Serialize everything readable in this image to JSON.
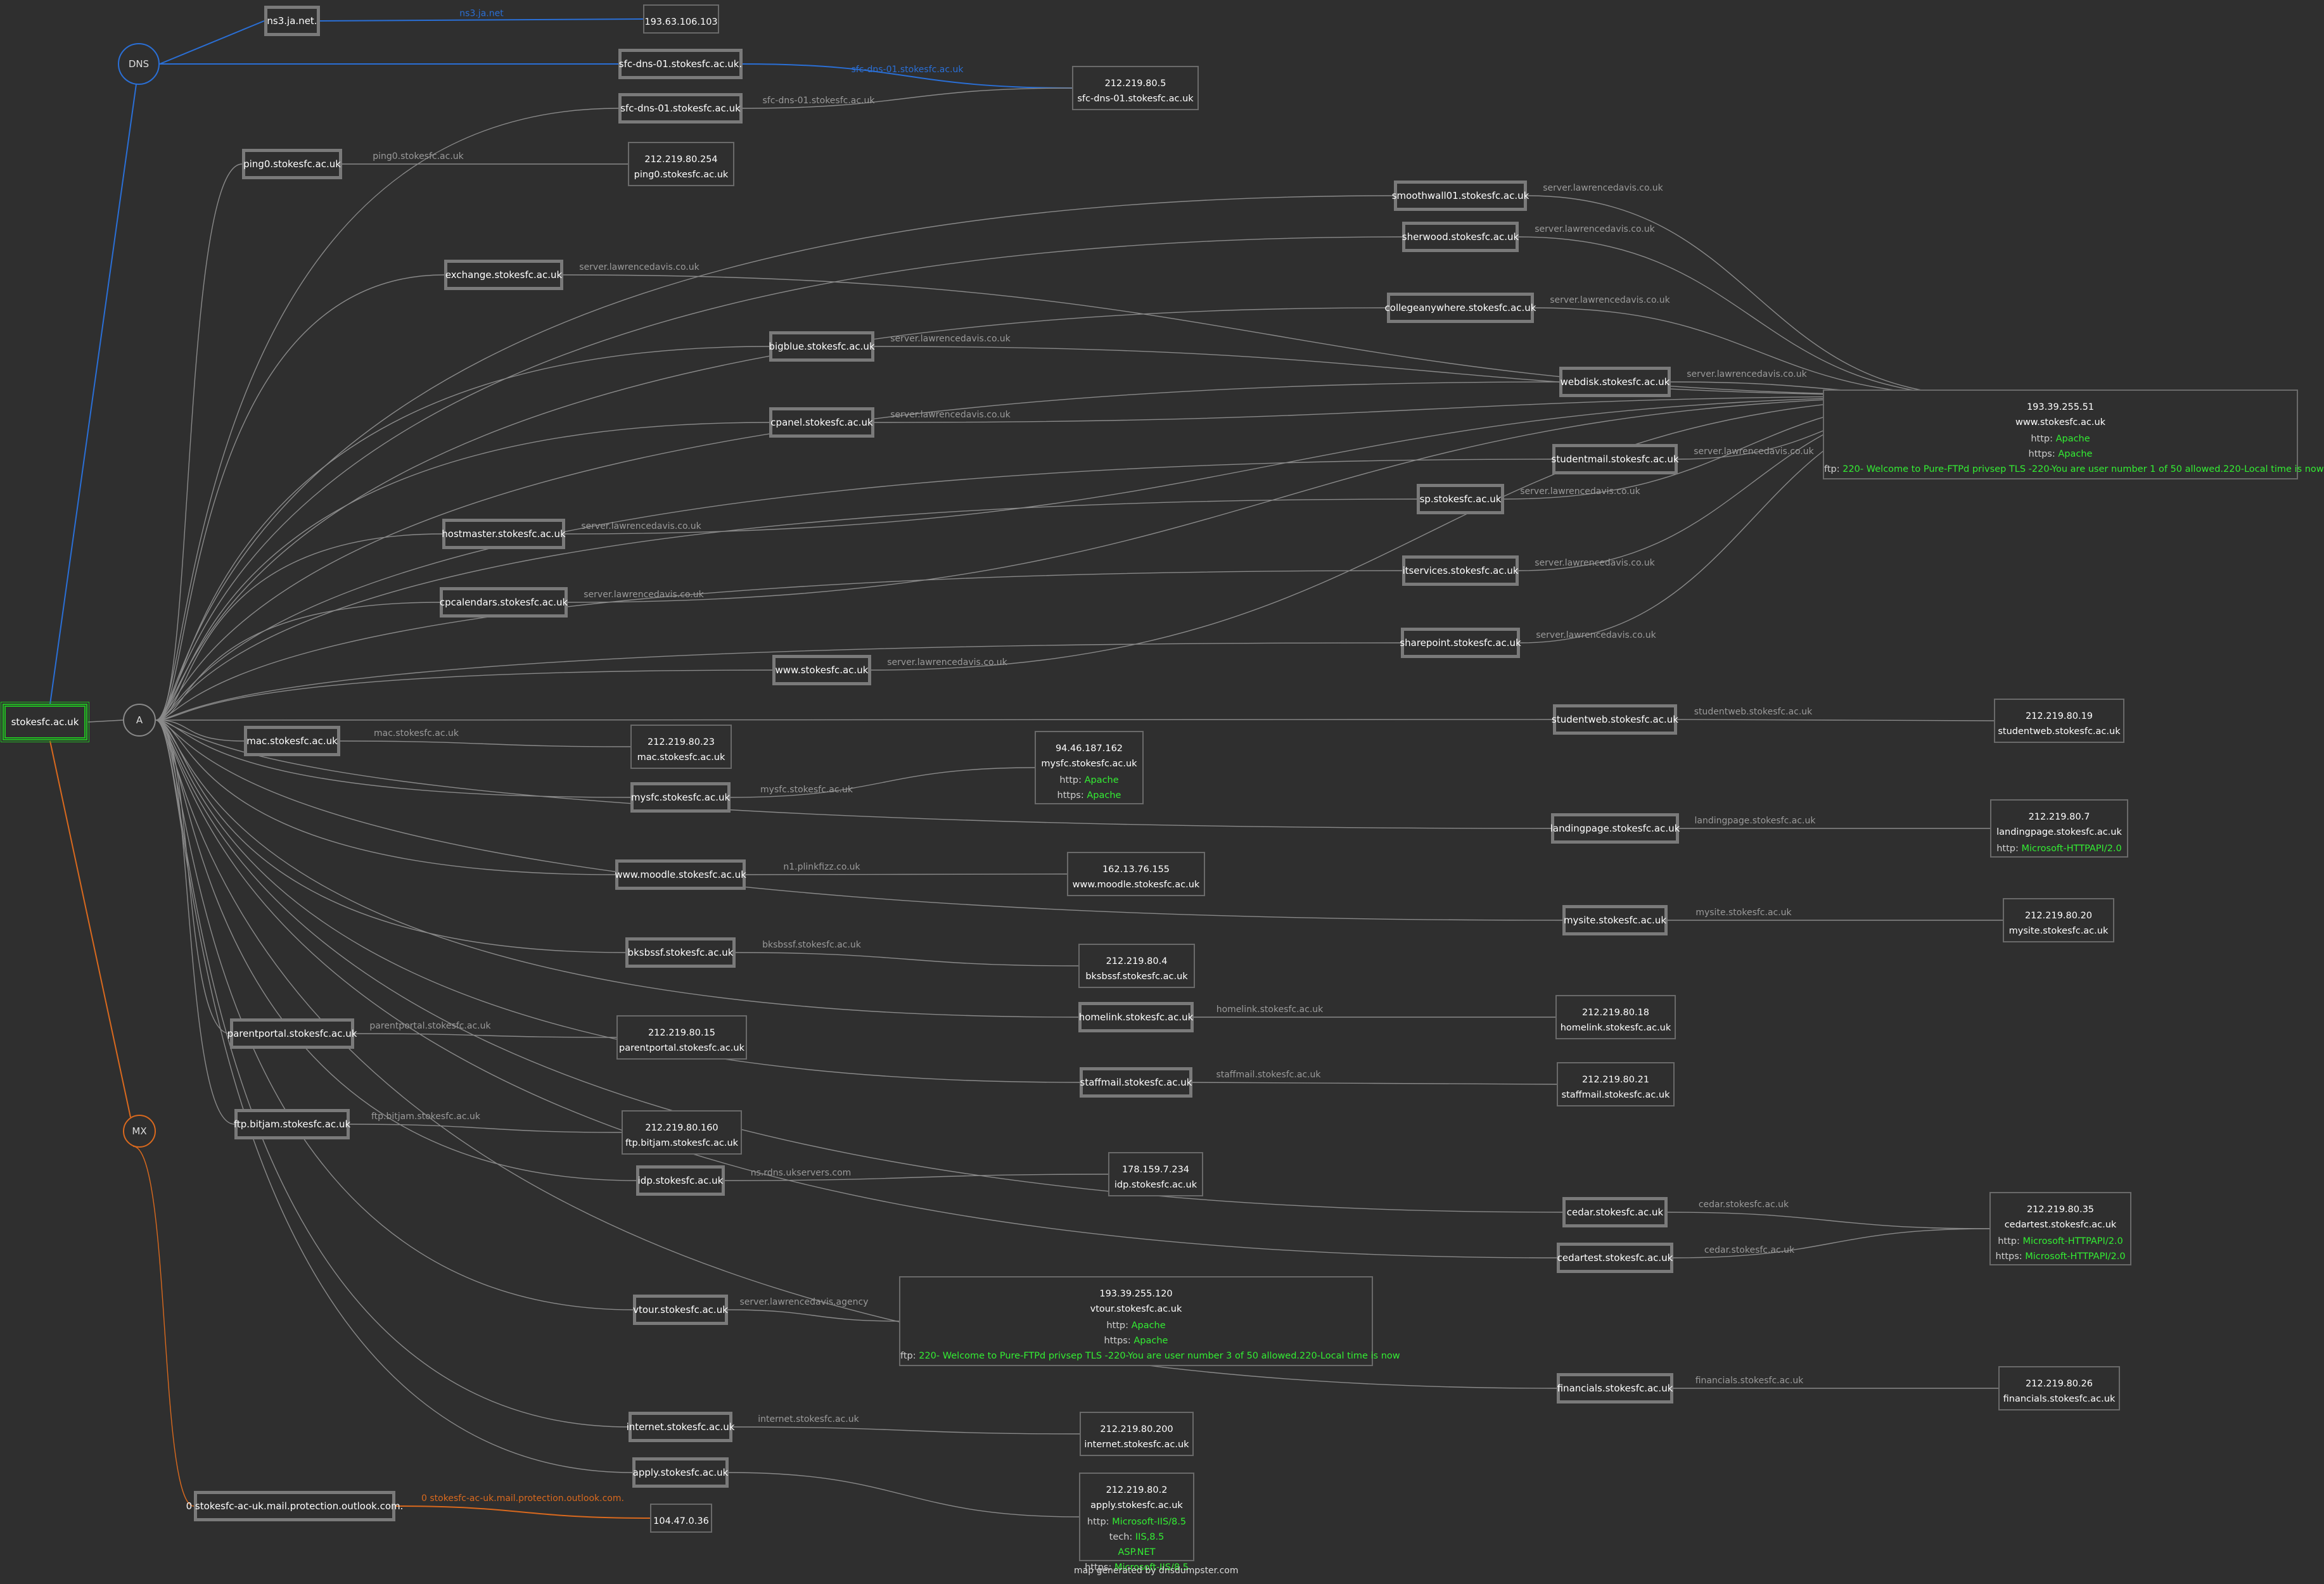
{
  "colors": {
    "bg": "#2f2f2f",
    "dns": "#2a6fd6",
    "mx": "#d9691e",
    "a": "#8a8a8a",
    "green": "#33ee33"
  },
  "root": {
    "label": "stokesfc.ac.uk"
  },
  "groups": {
    "dns": "DNS",
    "a": "A",
    "mx": "MX"
  },
  "dns": [
    {
      "host": "ns3.ja.net.",
      "edge": "ns3.ja.net",
      "ip": "193.63.106.103",
      "rname": ""
    },
    {
      "host": "sfc-dns-01.stokesfc.ac.uk.",
      "edge": "sfc-dns-01.stokesfc.ac.uk",
      "ip": "212.219.80.5",
      "rname": "sfc-dns-01.stokesfc.ac.uk"
    }
  ],
  "a_records": [
    {
      "host": "sfc-dns-01.stokesfc.ac.uk",
      "edge": "sfc-dns-01.stokesfc.ac.uk"
    },
    {
      "host": "ping0.stokesfc.ac.uk",
      "edge": "ping0.stokesfc.ac.uk",
      "ip": "212.219.80.254",
      "rname": "ping0.stokesfc.ac.uk"
    },
    {
      "host": "smoothwall01.stokesfc.ac.uk",
      "edge": "server.lawrencedavis.co.uk"
    },
    {
      "host": "sherwood.stokesfc.ac.uk",
      "edge": "server.lawrencedavis.co.uk"
    },
    {
      "host": "exchange.stokesfc.ac.uk",
      "edge": "server.lawrencedavis.co.uk"
    },
    {
      "host": "collegeanywhere.stokesfc.ac.uk",
      "edge": "server.lawrencedavis.co.uk"
    },
    {
      "host": "bigblue.stokesfc.ac.uk",
      "edge": "server.lawrencedavis.co.uk"
    },
    {
      "host": "webdisk.stokesfc.ac.uk",
      "edge": "server.lawrencedavis.co.uk"
    },
    {
      "host": "cpanel.stokesfc.ac.uk",
      "edge": "server.lawrencedavis.co.uk"
    },
    {
      "host": "studentmail.stokesfc.ac.uk",
      "edge": "server.lawrencedavis.co.uk"
    },
    {
      "host": "sp.stokesfc.ac.uk",
      "edge": "server.lawrencedavis.co.uk"
    },
    {
      "host": "hostmaster.stokesfc.ac.uk",
      "edge": "server.lawrencedavis.co.uk"
    },
    {
      "host": "itservices.stokesfc.ac.uk",
      "edge": "server.lawrencedavis.co.uk"
    },
    {
      "host": "cpcalendars.stokesfc.ac.uk",
      "edge": "server.lawrencedavis.co.uk"
    },
    {
      "host": "sharepoint.stokesfc.ac.uk",
      "edge": "server.lawrencedavis.co.uk"
    },
    {
      "host": "www.stokesfc.ac.uk",
      "edge": "server.lawrencedavis.co.uk"
    },
    {
      "host": "studentweb.stokesfc.ac.uk",
      "edge": "studentweb.stokesfc.ac.uk",
      "ip": "212.219.80.19",
      "rname": "studentweb.stokesfc.ac.uk"
    },
    {
      "host": "mac.stokesfc.ac.uk",
      "edge": "mac.stokesfc.ac.uk",
      "ip": "212.219.80.23",
      "rname": "mac.stokesfc.ac.uk"
    },
    {
      "host": "mysfc.stokesfc.ac.uk",
      "edge": "mysfc.stokesfc.ac.uk",
      "ip": "94.46.187.162",
      "rname": "mysfc.stokesfc.ac.uk",
      "services": [
        {
          "k": "http:",
          "v": "Apache"
        },
        {
          "k": "https:",
          "v": "Apache"
        }
      ]
    },
    {
      "host": "landingpage.stokesfc.ac.uk",
      "edge": "landingpage.stokesfc.ac.uk",
      "ip": "212.219.80.7",
      "rname": "landingpage.stokesfc.ac.uk",
      "services": [
        {
          "k": "http:",
          "v": "Microsoft-HTTPAPI/2.0"
        }
      ]
    },
    {
      "host": "www.moodle.stokesfc.ac.uk",
      "edge": "n1.plinkfizz.co.uk",
      "ip": "162.13.76.155",
      "rname": "www.moodle.stokesfc.ac.uk"
    },
    {
      "host": "mysite.stokesfc.ac.uk",
      "edge": "mysite.stokesfc.ac.uk",
      "ip": "212.219.80.20",
      "rname": "mysite.stokesfc.ac.uk"
    },
    {
      "host": "bksbssf.stokesfc.ac.uk",
      "edge": "bksbssf.stokesfc.ac.uk",
      "ip": "212.219.80.4",
      "rname": "bksbssf.stokesfc.ac.uk"
    },
    {
      "host": "homelink.stokesfc.ac.uk",
      "edge": "homelink.stokesfc.ac.uk",
      "ip": "212.219.80.18",
      "rname": "homelink.stokesfc.ac.uk"
    },
    {
      "host": "parentportal.stokesfc.ac.uk",
      "edge": "parentportal.stokesfc.ac.uk",
      "ip": "212.219.80.15",
      "rname": "parentportal.stokesfc.ac.uk"
    },
    {
      "host": "staffmail.stokesfc.ac.uk",
      "edge": "staffmail.stokesfc.ac.uk",
      "ip": "212.219.80.21",
      "rname": "staffmail.stokesfc.ac.uk"
    },
    {
      "host": "ftp.bitjam.stokesfc.ac.uk",
      "edge": "ftp.bitjam.stokesfc.ac.uk",
      "ip": "212.219.80.160",
      "rname": "ftp.bitjam.stokesfc.ac.uk"
    },
    {
      "host": "idp.stokesfc.ac.uk",
      "edge": "ns.rdns.ukservers.com",
      "ip": "178.159.7.234",
      "rname": "idp.stokesfc.ac.uk"
    },
    {
      "host": "cedar.stokesfc.ac.uk",
      "edge": "cedar.stokesfc.ac.uk"
    },
    {
      "host": "cedartest.stokesfc.ac.uk",
      "edge": "cedar.stokesfc.ac.uk"
    },
    {
      "host": "vtour.stokesfc.ac.uk",
      "edge": "server.lawrencedavis.agency",
      "ip": "193.39.255.120",
      "rname": "vtour.stokesfc.ac.uk",
      "services": [
        {
          "k": "http:",
          "v": "Apache"
        },
        {
          "k": "https:",
          "v": "Apache"
        },
        {
          "k": "ftp:",
          "v": "220- Welcome to Pure-FTPd privsep TLS -220-You are user number 3 of 50 allowed.220-Local time is now"
        }
      ]
    },
    {
      "host": "financials.stokesfc.ac.uk",
      "edge": "financials.stokesfc.ac.uk",
      "ip": "212.219.80.26",
      "rname": "financials.stokesfc.ac.uk"
    },
    {
      "host": "internet.stokesfc.ac.uk",
      "edge": "internet.stokesfc.ac.uk",
      "ip": "212.219.80.200",
      "rname": "internet.stokesfc.ac.uk"
    },
    {
      "host": "apply.stokesfc.ac.uk",
      "edge": "",
      "ip": "212.219.80.2",
      "rname": "apply.stokesfc.ac.uk",
      "services": [
        {
          "k": "http:",
          "v": "Microsoft-IIS/8.5"
        },
        {
          "k": "tech:",
          "v": "IIS,8.5"
        },
        {
          "k": "",
          "v": "ASP.NET"
        },
        {
          "k": "https:",
          "v": "Microsoft-IIS/8.5"
        }
      ]
    }
  ],
  "shared_servers": {
    "lawrencedavis": {
      "ip": "193.39.255.51",
      "rname": "www.stokesfc.ac.uk",
      "services": [
        {
          "k": "http:",
          "v": "Apache"
        },
        {
          "k": "https:",
          "v": "Apache"
        },
        {
          "k": "ftp:",
          "v": "220- Welcome to Pure-FTPd privsep TLS -220-You are user number 1 of 50 allowed.220-Local time is now"
        }
      ]
    },
    "cedar": {
      "ip": "212.219.80.35",
      "rname": "cedartest.stokesfc.ac.uk",
      "services": [
        {
          "k": "http:",
          "v": "Microsoft-HTTPAPI/2.0"
        },
        {
          "k": "https:",
          "v": "Microsoft-HTTPAPI/2.0"
        }
      ]
    }
  },
  "mx": {
    "host": "0 stokesfc-ac-uk.mail.protection.outlook.com.",
    "edge": "0 stokesfc-ac-uk.mail.protection.outlook.com.",
    "ip": "104.47.0.36"
  },
  "footer": "map generated by dnsdumpster.com"
}
